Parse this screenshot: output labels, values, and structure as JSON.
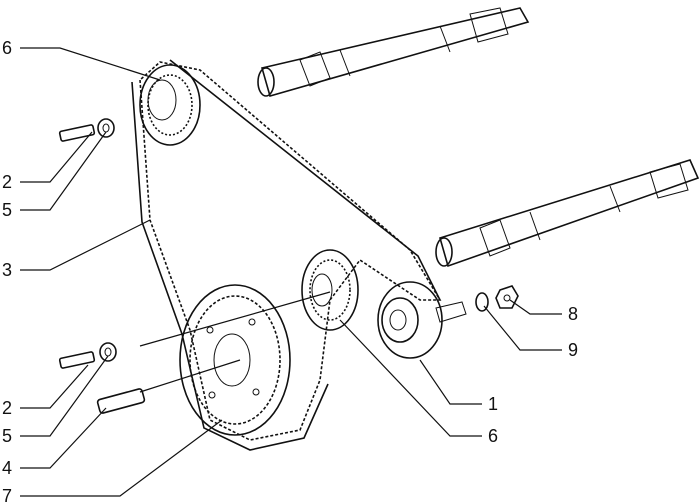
{
  "callouts": [
    {
      "id": "c6a",
      "text": "6"
    },
    {
      "id": "c2a",
      "text": "2"
    },
    {
      "id": "c5a",
      "text": "5"
    },
    {
      "id": "c3",
      "text": "3"
    },
    {
      "id": "c2b",
      "text": "2"
    },
    {
      "id": "c5b",
      "text": "5"
    },
    {
      "id": "c4",
      "text": "4"
    },
    {
      "id": "c7",
      "text": "7"
    },
    {
      "id": "c8",
      "text": "8"
    },
    {
      "id": "c9",
      "text": "9"
    },
    {
      "id": "c1",
      "text": "1"
    },
    {
      "id": "c6b",
      "text": "6"
    }
  ]
}
